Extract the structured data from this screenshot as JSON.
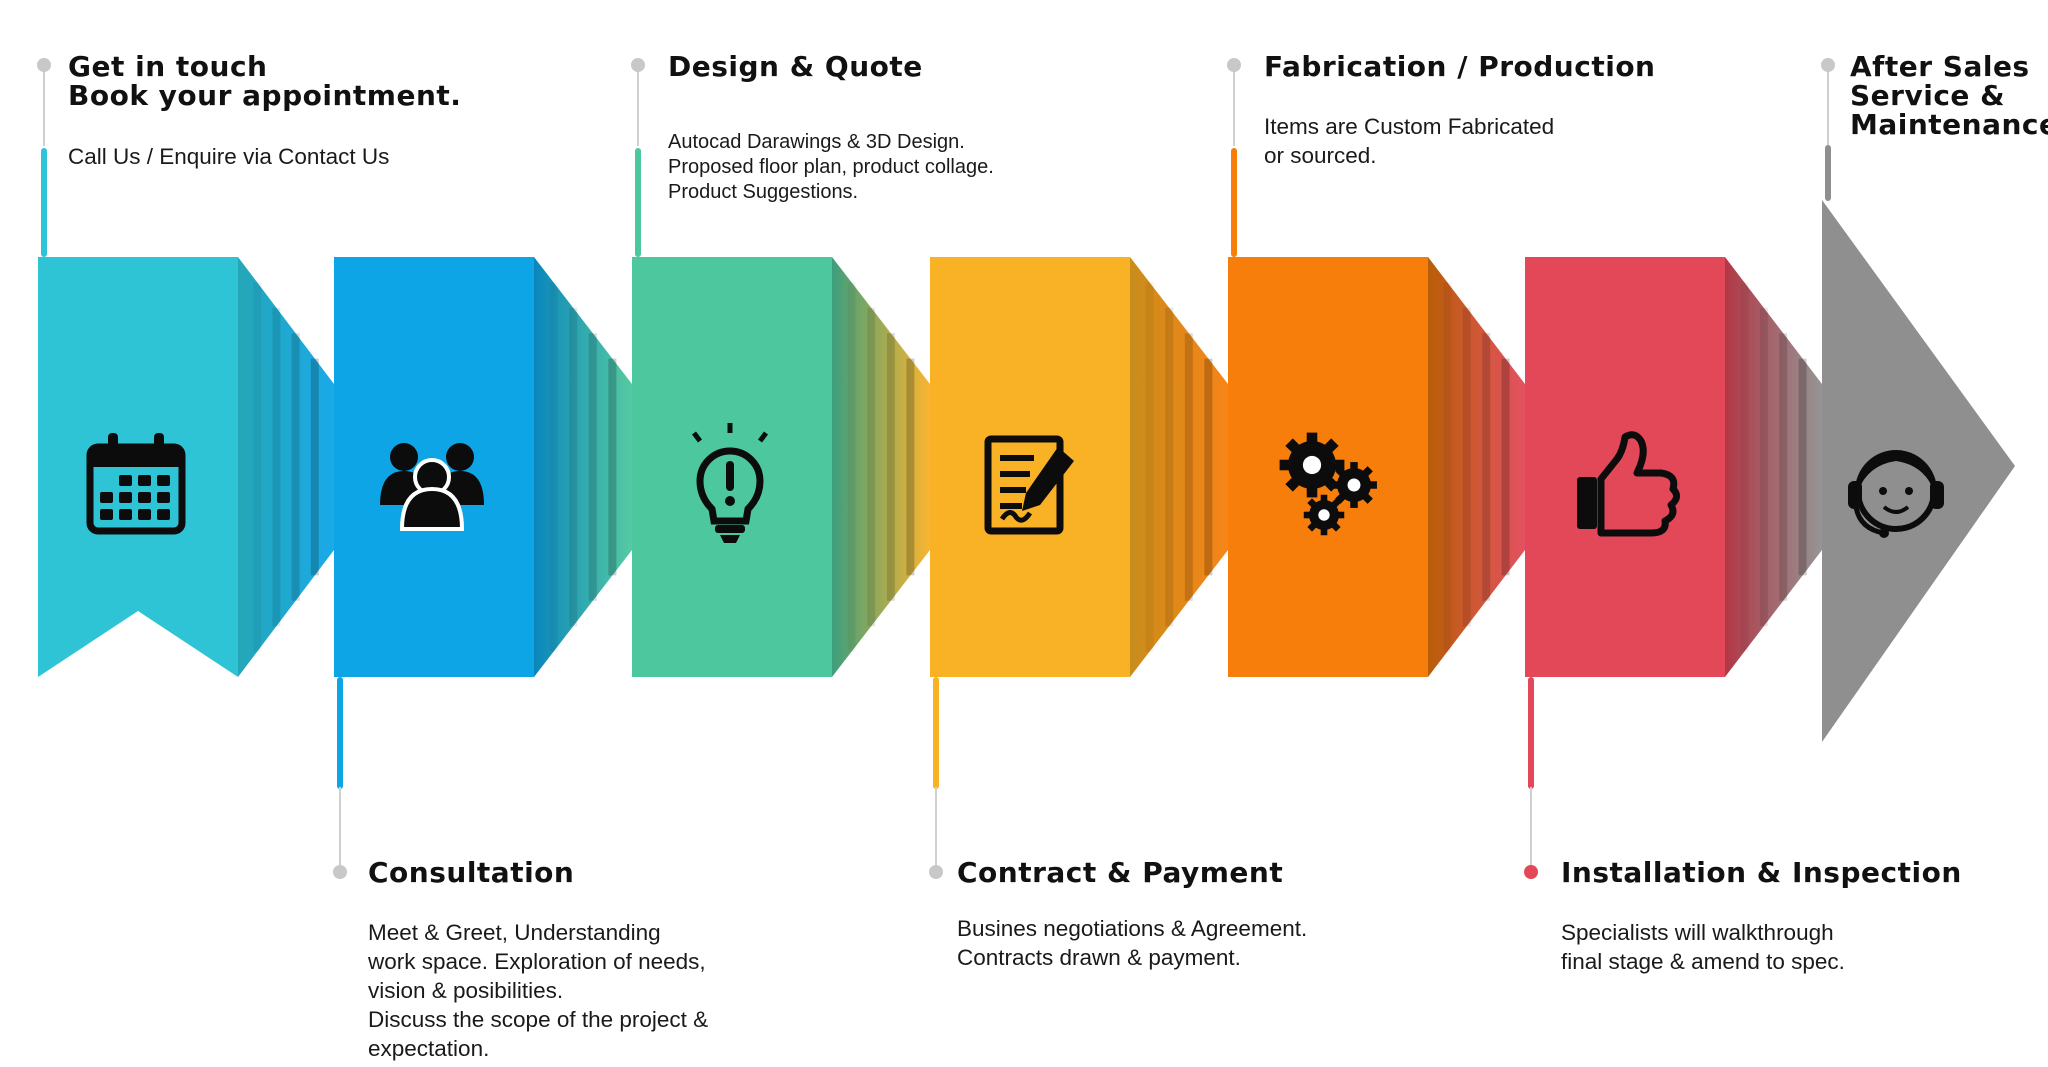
{
  "stages": [
    {
      "id": "get-in-touch",
      "title": "Get in touch\nBook your appointment.",
      "description": "Call Us / Enquire via Contact Us",
      "icon": "calendar-icon",
      "color": "#2EC4D6",
      "fold_color": "#25A7B7"
    },
    {
      "id": "consultation",
      "title": "Consultation",
      "description": "Meet & Greet, Understanding\nwork space.  Exploration of needs,\nvision & posibilities.\nDiscuss the scope of the project &\nexpectation.",
      "icon": "users-group-icon",
      "color": "#0EA5E6",
      "fold_color": "#0A86BD"
    },
    {
      "id": "design-quote",
      "title": "Design & Quote",
      "description": "Autocad Darawings & 3D Design.\nProposed floor plan, product collage.\nProduct Suggestions.",
      "icon": "lightbulb-icon",
      "color": "#4DC79D",
      "fold_color": "#3C9F7D"
    },
    {
      "id": "contract-payment",
      "title": "Contract & Payment",
      "description": "Busines negotiations & Agreement.\nContracts drawn & payment.",
      "icon": "contract-signing-icon",
      "color": "#F9B126",
      "fold_color": "#C98D1B"
    },
    {
      "id": "fabrication",
      "title": "Fabrication / Production",
      "description": "Items are Custom Fabricated\nor sourced.",
      "icon": "gears-icon",
      "color": "#F77E0B",
      "fold_color": "#B95E08"
    },
    {
      "id": "installation",
      "title": "Installation & Inspection",
      "description": "Specialists will walkthrough\nfinal stage & amend to spec.",
      "icon": "thumbs-up-icon",
      "color": "#E24858",
      "fold_color": "#B23745"
    },
    {
      "id": "after-sales",
      "title": "After Sales\nService &\nMaintenance",
      "description": "",
      "icon": "headset-support-icon",
      "color": "#8F8F8F",
      "fold_color": "#6E6E6E"
    }
  ]
}
